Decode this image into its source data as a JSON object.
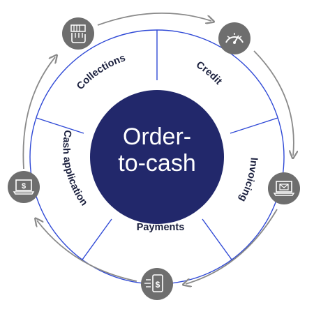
{
  "center": {
    "line1": "Order-",
    "line2": "to-cash"
  },
  "segments": [
    {
      "label": "Credit"
    },
    {
      "label": "Invoicing"
    },
    {
      "label": "Payments"
    },
    {
      "label": "Cash application"
    },
    {
      "label": "Collections"
    }
  ],
  "icons": [
    {
      "name": "gauge-icon"
    },
    {
      "name": "invoice-laptop-icon"
    },
    {
      "name": "mobile-payment-icon"
    },
    {
      "name": "laptop-dollar-icon"
    },
    {
      "name": "hand-card-icon"
    }
  ],
  "colors": {
    "center_fill": "#22286b",
    "segment_lines": "#2f49d6",
    "icon_circle": "#6e6e6e",
    "arrows": "#8a8a8a"
  }
}
